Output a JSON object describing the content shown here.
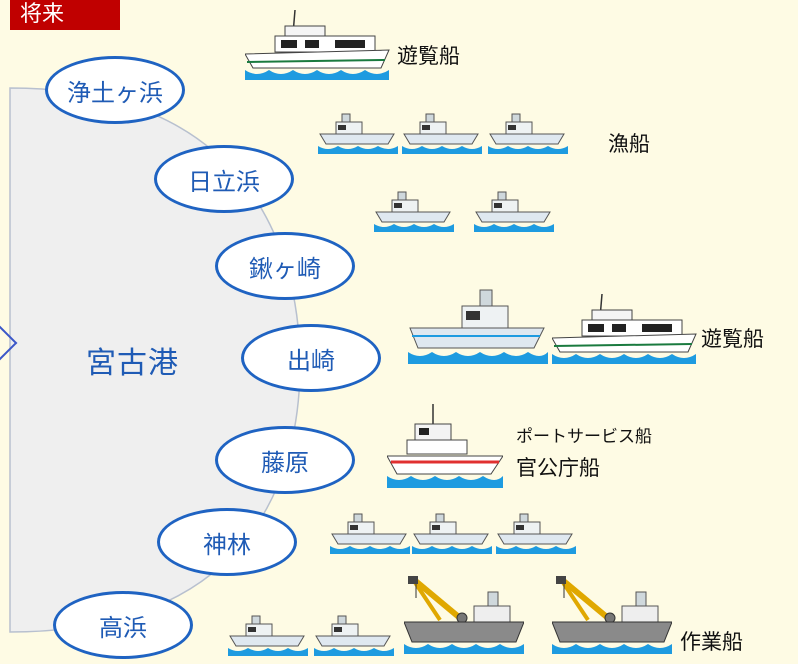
{
  "tag": {
    "text": "将来"
  },
  "port": {
    "label": "宮古港"
  },
  "areas": [
    {
      "name": "浄土ヶ浜"
    },
    {
      "name": "日立浜"
    },
    {
      "name": "鍬ヶ崎"
    },
    {
      "name": "出崎"
    },
    {
      "name": "藤原"
    },
    {
      "name": "神林"
    },
    {
      "name": "高浜"
    }
  ],
  "vessel_labels": {
    "jodogahama": "遊覧船",
    "hitachihama": "漁船",
    "dezaki": "遊覧船",
    "fujiwara_1": "ポートサービス船",
    "fujiwara_2": "官公庁船",
    "takahama": "作業船"
  },
  "icons": {
    "sightseeing": "sightseeing-boat-icon",
    "fishing": "fishing-boat-icon",
    "port_service": "port-service-boat-icon",
    "work": "crane-work-boat-icon"
  },
  "colors": {
    "background": "#fefbe4",
    "tag": "#c00000",
    "node_border": "#1f63c2",
    "node_text": "#1f5bb5",
    "hub_fill": "#efefef",
    "water": "#1e9be0"
  }
}
